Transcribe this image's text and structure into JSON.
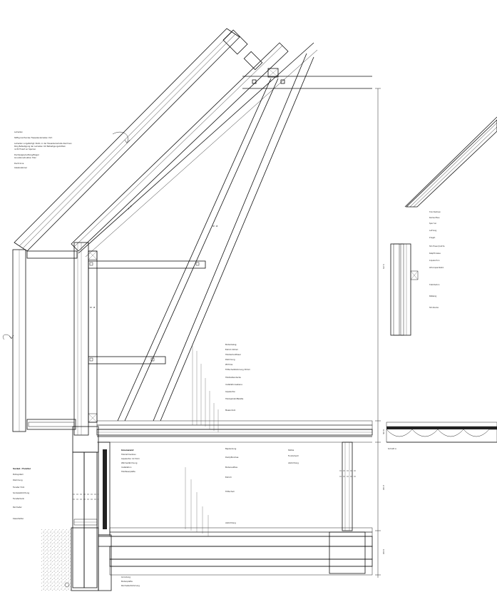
{
  "labels": {
    "roof_notes": [
      "Lamellen",
      "Stiftig komfunden Fassadenlamellen CVC",
      "Lamellen vorgefertigt, Stahl, in der Fassadenlamelle Zeichnen",
      "Ring Befestigung der Lamellen mit Befestigungsmitteln",
      "nicht Fixiert an Sparren",
      "Dachpappe/Lattung/Ziegel",
      "Grundkonstruktion Holz",
      "Dachrinne",
      "Glaskarabiner"
    ],
    "floor_notes": [
      "Bodenbelag",
      "Estrich 40mm",
      "Holzzementfaser",
      "Dämmung",
      "PE-Folie",
      "Trittschalldämmung 30mm",
      "Holzbalkendecke",
      "Installationsebene",
      "Gipskarton",
      "Holzwerkstoffplatte",
      "Massivholz"
    ],
    "lower_notes": [
      "Innenwand",
      "Holzrahmenbau",
      "Gipskarton 12.5mm",
      "Wärmedämmung",
      "Installation",
      "Holzfaserplatte",
      "Beplankung",
      "Dampfbremse",
      "Bodenaufbau",
      "Estrich",
      "Trittschall",
      "Abdichtung"
    ],
    "left_notes_title": "Sockel / Fenster",
    "left_notes": [
      "Putzsystem",
      "Dämmung",
      "Fenster Holz",
      "Sockelabdichtung",
      "Fensterbank",
      "Perimeter",
      "Kiesstreifen"
    ],
    "right_top_notes": [
      "Sturzbalken",
      "Dachaufbau",
      "Sparren",
      "Lattung",
      "Ziegel",
      "Holzfaserplatte",
      "Dampfbremse",
      "Gipskarton",
      "Unterspannbahn"
    ],
    "right_mid_notes": [
      "Stahlbeton",
      "Dämmung",
      "Holzdecke"
    ],
    "right_lower_notes": [
      "Stütze",
      "Fundament",
      "Abdichtung"
    ],
    "dims": [
      "3.70",
      "0.36",
      "2.40",
      "0.60"
    ],
    "member_labels": [
      "SP 10",
      "SP 18",
      "SP 18"
    ],
    "small_tag": "Schnitt A",
    "bottom_notes": [
      "Gründung",
      "Bodenplatte",
      "Perimeterdämmung"
    ]
  },
  "colors": {
    "line": "#111111",
    "hatch": "#555555",
    "paper": "#ffffff"
  },
  "icons": [
    "rotation-arrow-icon",
    "section-marker-icon"
  ]
}
